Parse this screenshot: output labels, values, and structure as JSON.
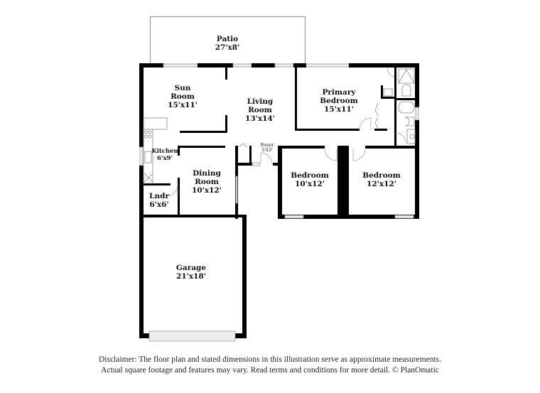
{
  "plan": {
    "rooms": {
      "patio": {
        "name": "Patio",
        "dims": "27'x8'"
      },
      "sun_room": {
        "name_line1": "Sun",
        "name_line2": "Room",
        "dims": "15'x11'"
      },
      "living": {
        "name_line1": "Living",
        "name_line2": "Room",
        "dims": "13'x14'"
      },
      "primary": {
        "name_line1": "Primary",
        "name_line2": "Bedroom",
        "dims": "15'x11'"
      },
      "kitchen": {
        "name": "Kitchen",
        "dims": "6'x9'"
      },
      "foyer": {
        "name": "Foyer",
        "dims": "5'x3'"
      },
      "dining": {
        "name_line1": "Dining",
        "name_line2": "Room",
        "dims": "10'x12'"
      },
      "bedroom2": {
        "name": "Bedroom",
        "dims": "10'x12'"
      },
      "bedroom3": {
        "name": "Bedroom",
        "dims": "12'x12'"
      },
      "laundry": {
        "name": "Lndr",
        "dims": "6'x6'"
      },
      "garage": {
        "name": "Garage",
        "dims": "21'x18'"
      }
    },
    "colors": {
      "wall": "#000000",
      "window": "#eeeeee",
      "background": "#ffffff"
    }
  },
  "disclaimer": {
    "line1": "Disclaimer: The floor plan and stated dimensions in this illustration serve as approximate measurements.",
    "line2": "Actual square footage and features may vary. Read terms and conditions for more detail. © PlanOmatic"
  }
}
